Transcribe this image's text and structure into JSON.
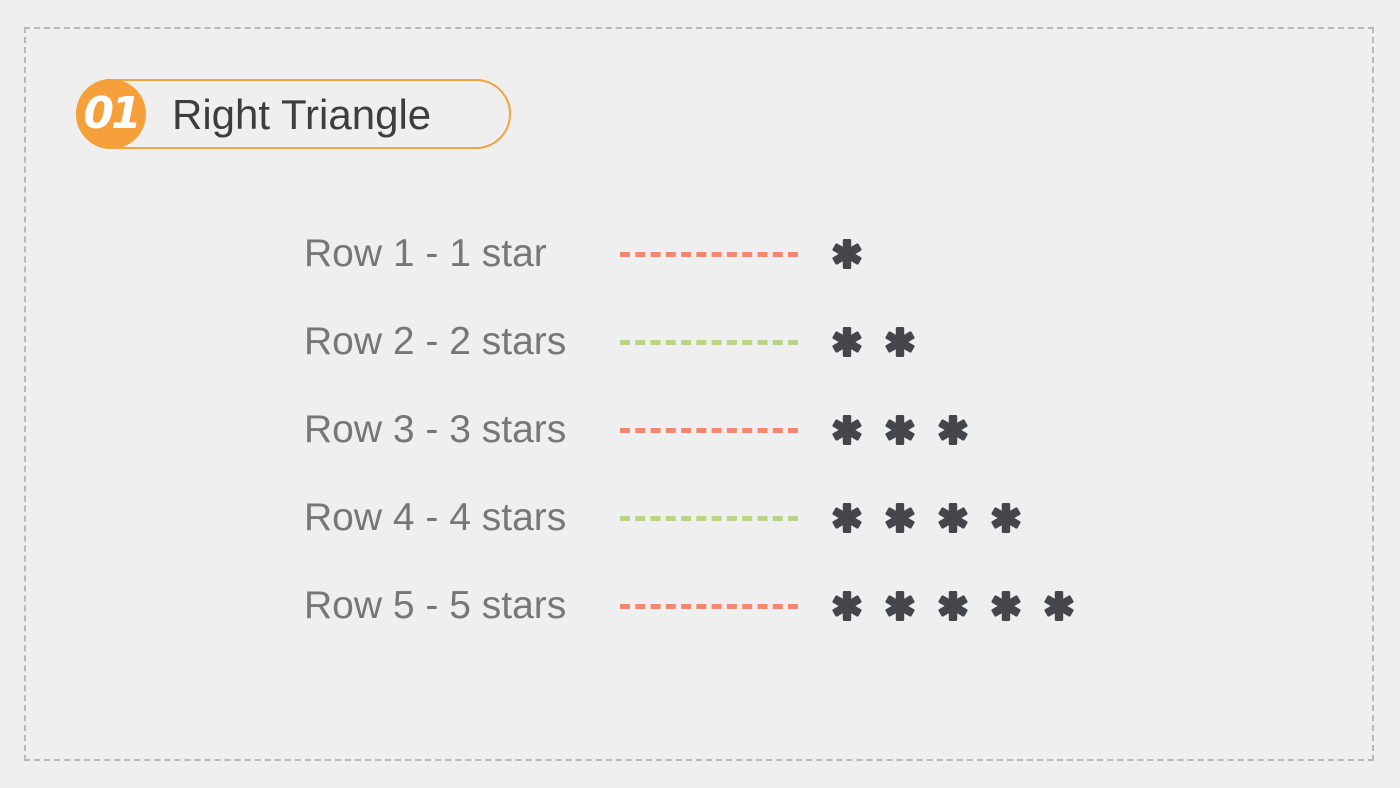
{
  "header": {
    "number": "01",
    "title": "Right Triangle"
  },
  "rows": [
    {
      "label": "Row 1 - 1 star",
      "star_count": 1,
      "connector_color": "#f2876a"
    },
    {
      "label": "Row 2 - 2 stars",
      "star_count": 2,
      "connector_color": "#b6d684"
    },
    {
      "label": "Row 3 - 3 stars",
      "star_count": 3,
      "connector_color": "#f2876a"
    },
    {
      "label": "Row 4 - 4 stars",
      "star_count": 4,
      "connector_color": "#b6d684"
    },
    {
      "label": "Row 5 - 5 stars",
      "star_count": 5,
      "connector_color": "#f2876a"
    }
  ],
  "colors": {
    "accent": "#f6a03c",
    "star": "#44464b",
    "label": "#777777"
  },
  "icons": {
    "star": "asterisk-star-icon"
  }
}
